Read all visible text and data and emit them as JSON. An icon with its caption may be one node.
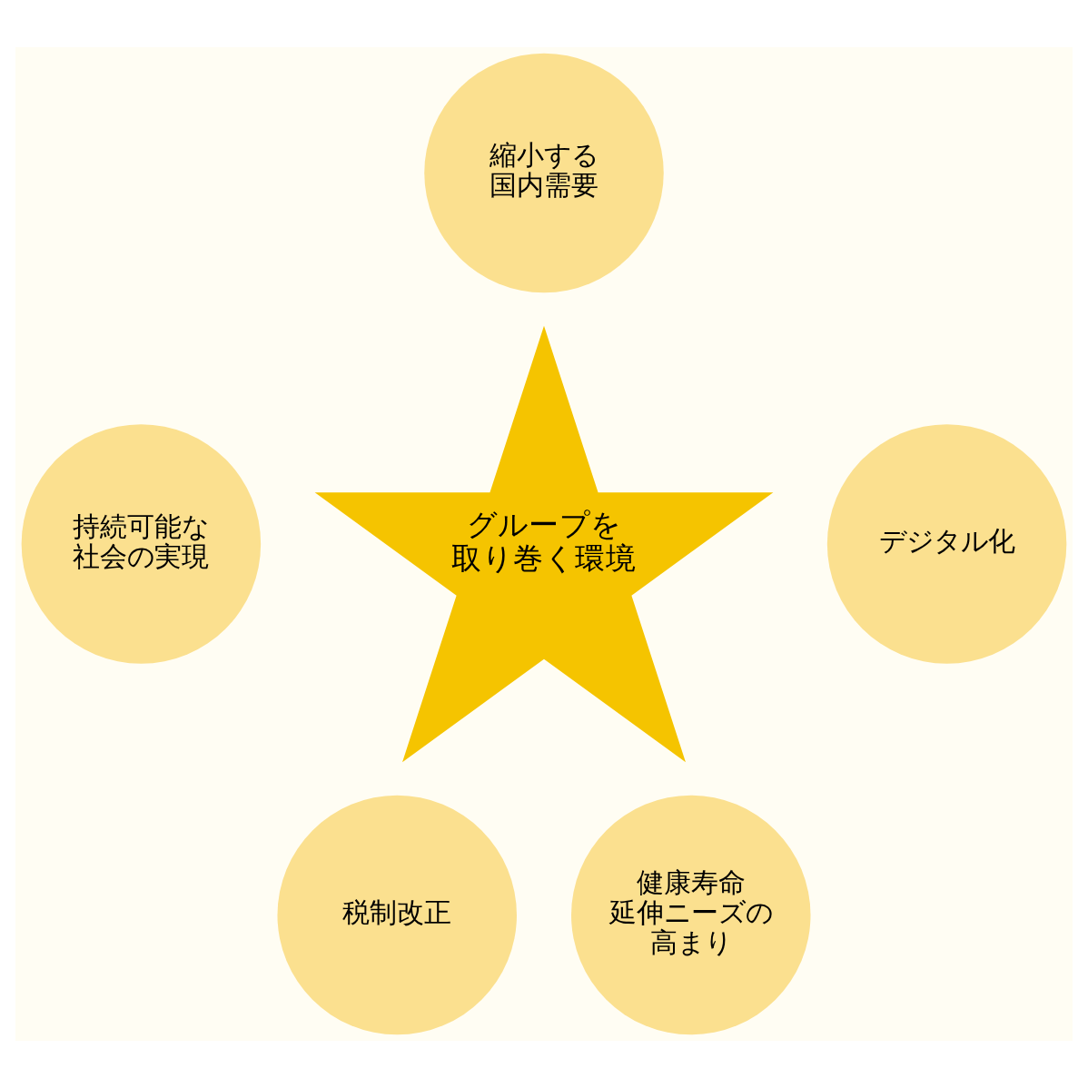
{
  "diagram": {
    "nodes": [
      {
        "text": [
          "縮小する国内需要"
        ]
      },
      {
        "text": [
          "持続可能な社会の実現"
        ]
      },
      {
        "text": [
          "デジタル化"
        ]
      },
      {
        "text": [
          "グループを取り巻く環境"
        ]
      },
      {
        "text": [
          "税制改正"
        ]
      },
      {
        "text": [
          "健康寿命延伸ニーズの高まり"
        ]
      }
    ],
    "edges": []
  }
}
